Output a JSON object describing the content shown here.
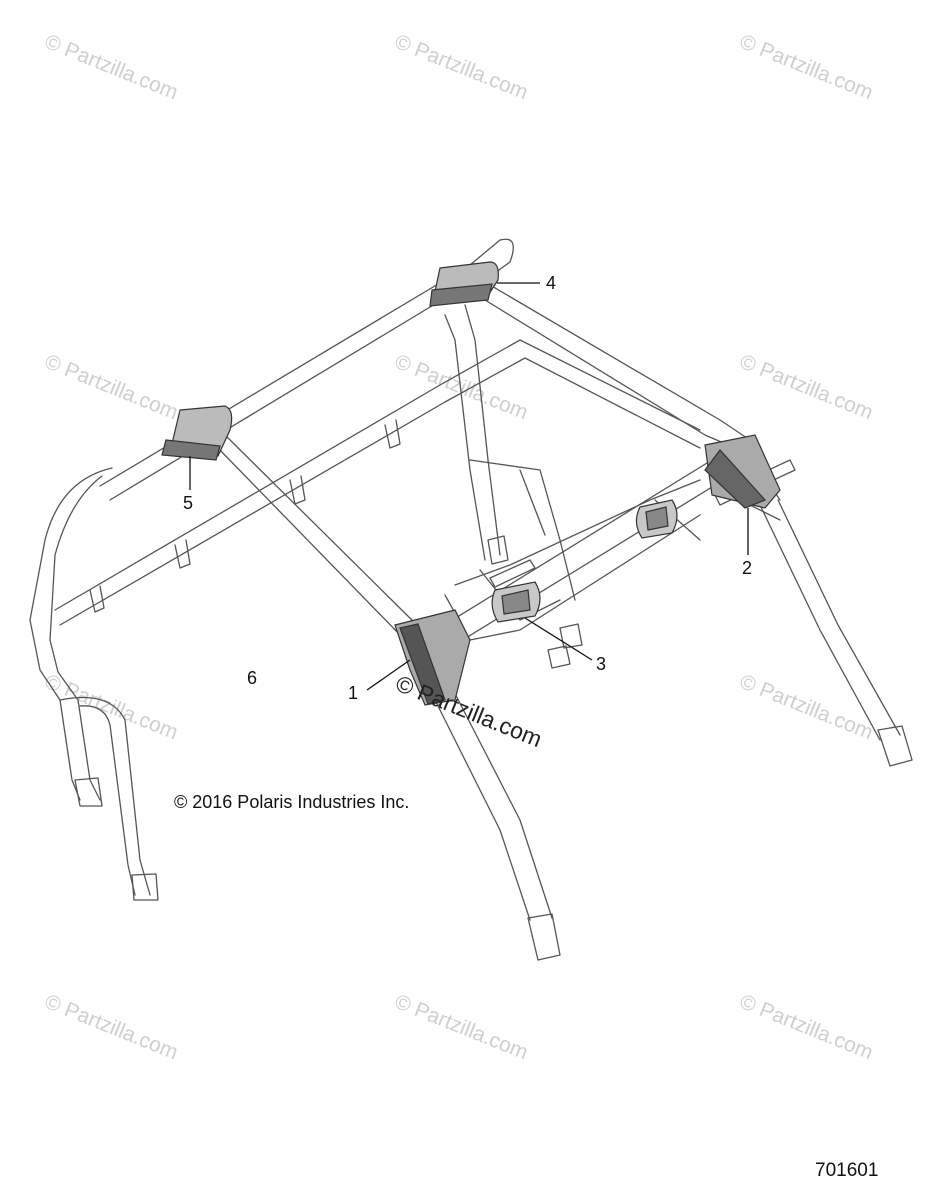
{
  "diagram": {
    "callouts": [
      "1",
      "2",
      "3",
      "4",
      "5",
      "6"
    ],
    "copyright": "© 2016 Polaris Industries Inc.",
    "diagram_number": "701601"
  },
  "watermark": {
    "faint_text": "© Partzilla.com",
    "main_text": "© Partzilla.com"
  }
}
